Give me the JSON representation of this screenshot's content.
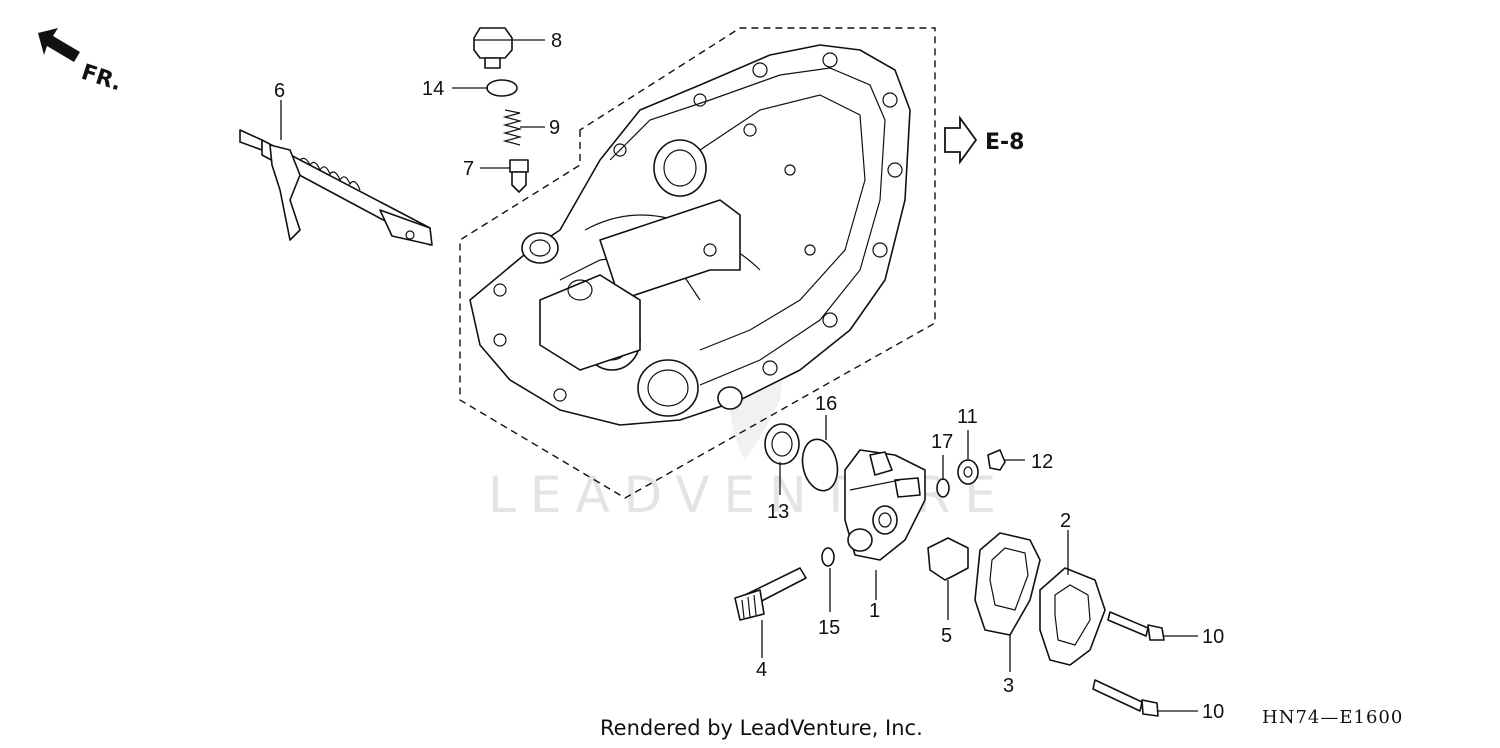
{
  "direction": {
    "label": "FR.",
    "icon": "front-arrow-icon"
  },
  "reference": {
    "label": "E-8",
    "icon": "outline-arrow-right-icon"
  },
  "watermark": "LEADVENTURE",
  "footer": "Rendered by LeadVenture, Inc.",
  "diagram_code": "HN74—E1600",
  "callouts": [
    "1",
    "2",
    "3",
    "4",
    "5",
    "6",
    "7",
    "8",
    "9",
    "10",
    "10",
    "11",
    "12",
    "13",
    "14",
    "15",
    "16",
    "17"
  ]
}
